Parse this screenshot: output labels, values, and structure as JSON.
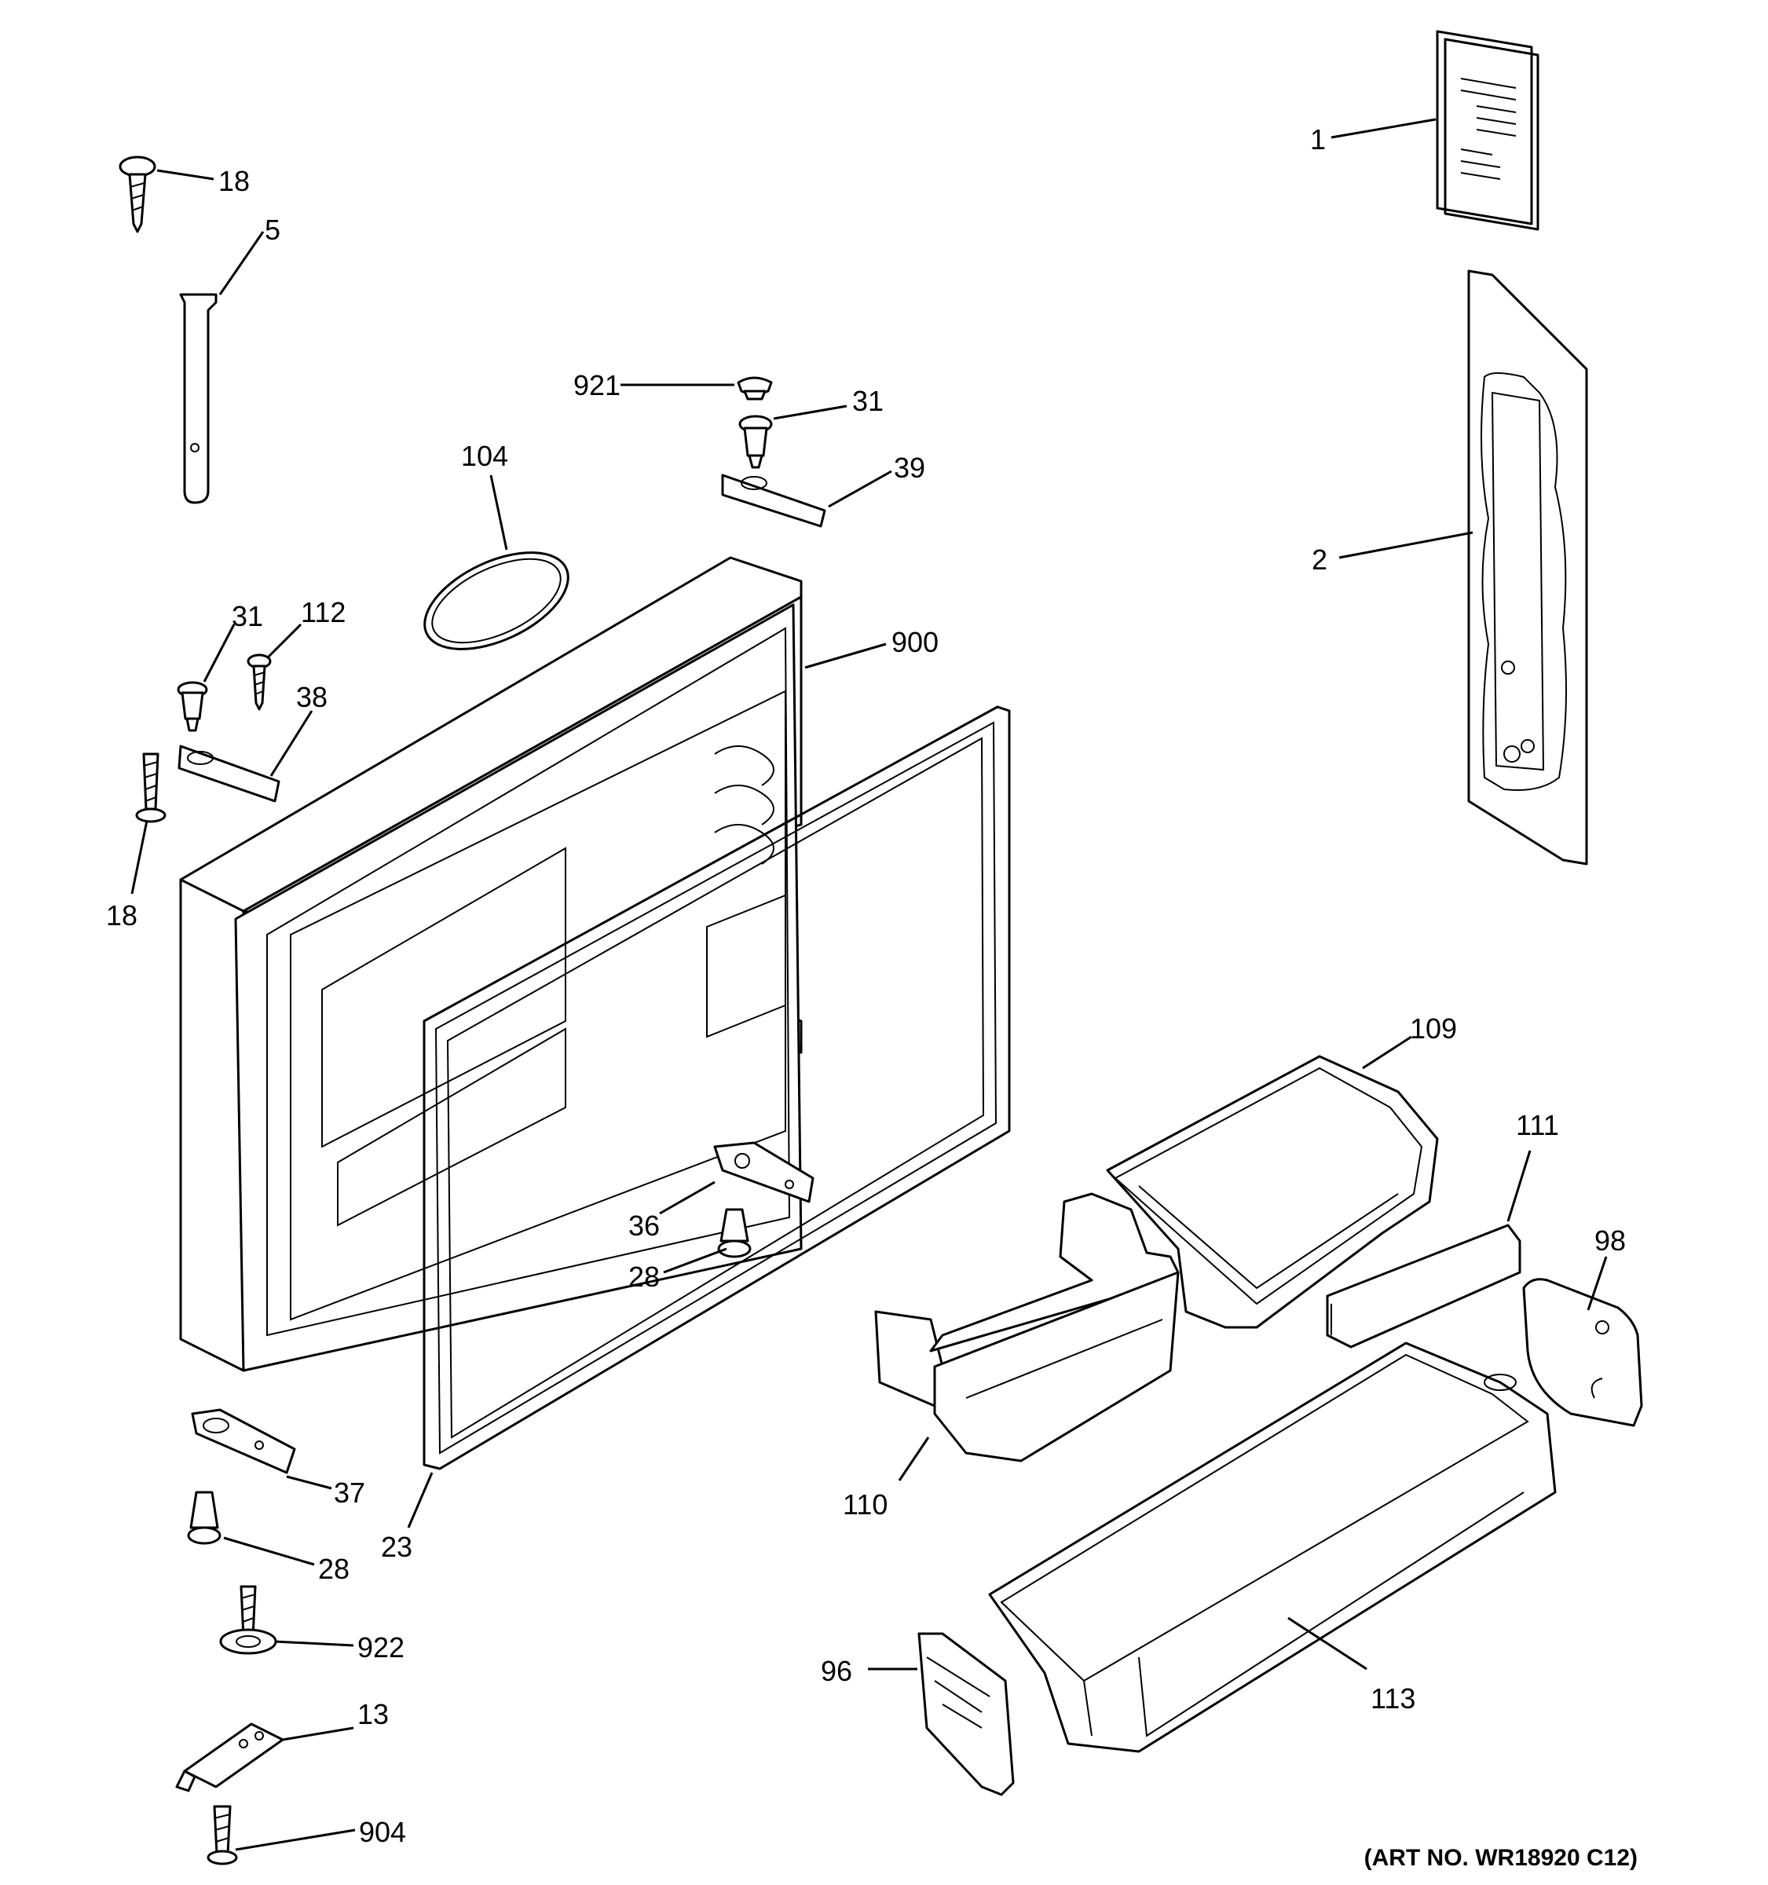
{
  "diagram": {
    "art_number": "(ART NO. WR18920 C12)",
    "callouts": [
      {
        "id": "1",
        "text": "1"
      },
      {
        "id": "2",
        "text": "2"
      },
      {
        "id": "5",
        "text": "5"
      },
      {
        "id": "13",
        "text": "13"
      },
      {
        "id": "18a",
        "text": "18"
      },
      {
        "id": "18b",
        "text": "18"
      },
      {
        "id": "23",
        "text": "23"
      },
      {
        "id": "28a",
        "text": "28"
      },
      {
        "id": "28b",
        "text": "28"
      },
      {
        "id": "31a",
        "text": "31"
      },
      {
        "id": "31b",
        "text": "31"
      },
      {
        "id": "36",
        "text": "36"
      },
      {
        "id": "37",
        "text": "37"
      },
      {
        "id": "38",
        "text": "38"
      },
      {
        "id": "39",
        "text": "39"
      },
      {
        "id": "96",
        "text": "96"
      },
      {
        "id": "98",
        "text": "98"
      },
      {
        "id": "104",
        "text": "104"
      },
      {
        "id": "109",
        "text": "109"
      },
      {
        "id": "110",
        "text": "110"
      },
      {
        "id": "111",
        "text": "111"
      },
      {
        "id": "112",
        "text": "112"
      },
      {
        "id": "113",
        "text": "113"
      },
      {
        "id": "900",
        "text": "900"
      },
      {
        "id": "904",
        "text": "904"
      },
      {
        "id": "921",
        "text": "921"
      },
      {
        "id": "922",
        "text": "922"
      }
    ]
  }
}
